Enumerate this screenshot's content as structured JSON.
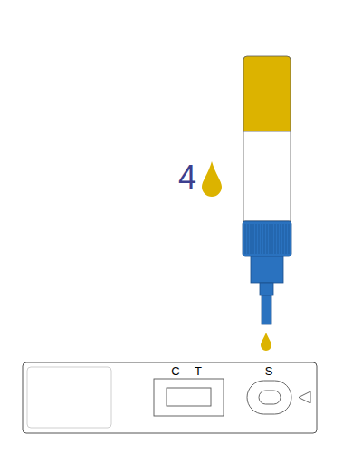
{
  "diagram": {
    "labels": [
      "4",
      "C",
      "T",
      "S"
    ]
  }
}
